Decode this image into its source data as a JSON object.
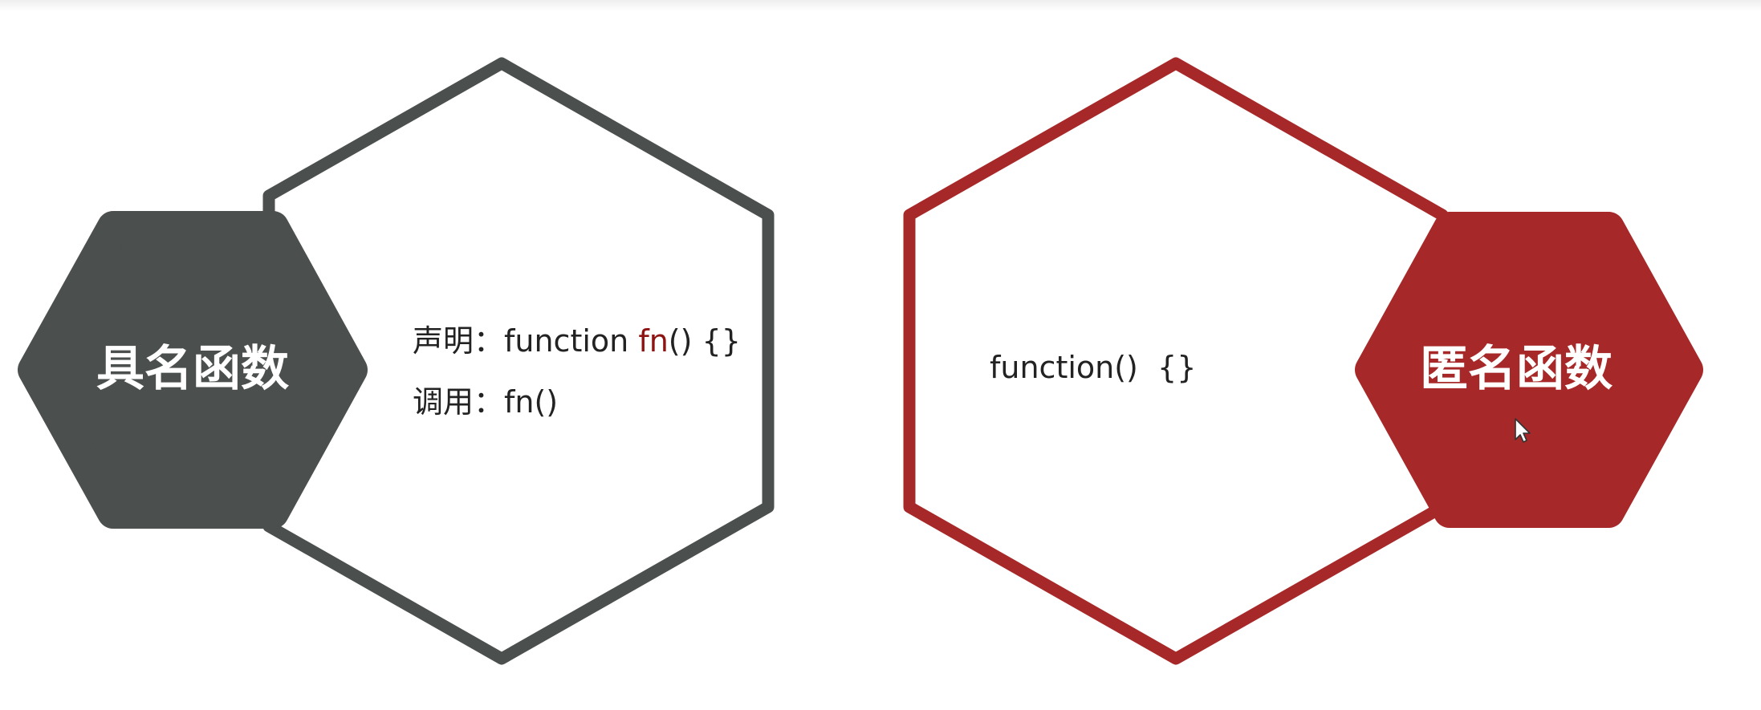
{
  "colors": {
    "named_dark": "#4b4f4e",
    "anonymous_red": "#a72828",
    "text_dark": "#222222",
    "highlight_red": "#8e1414",
    "label_text": "#ffffff"
  },
  "named_function": {
    "badge_label": "具名函数",
    "declaration_label": "声明：",
    "declaration_code_prefix": "function ",
    "declaration_code_highlight": "fn",
    "declaration_code_suffix": "() {}",
    "call_label": "调用：",
    "call_code": "fn()"
  },
  "anonymous_function": {
    "badge_label": "匿名函数",
    "code": "function()  {}"
  },
  "cursor_icon": "mouse-pointer-icon"
}
